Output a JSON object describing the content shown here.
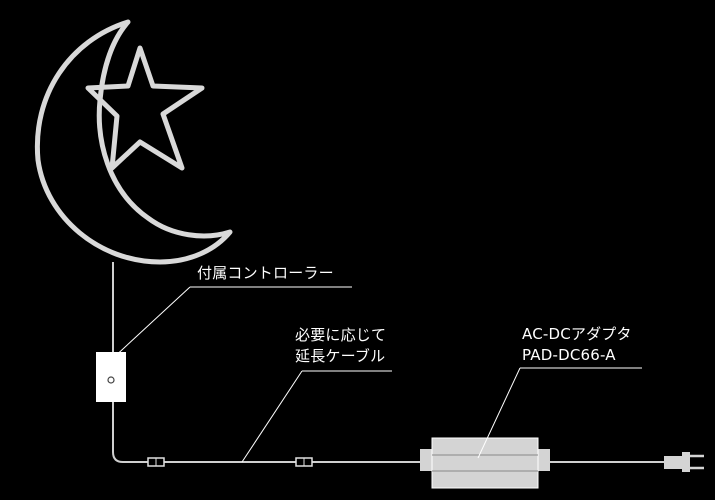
{
  "labels": {
    "controller": "付属コントローラー",
    "extension_line1": "必要に応じて",
    "extension_line2": "延長ケーブル",
    "adapter_line1": "AC-DCアダプタ",
    "adapter_line2": "PAD-DC66-A"
  },
  "colors": {
    "background": "#000000",
    "neon_tube": "#d9d9d9",
    "cable": "#cfcfcf",
    "leader_line": "#ffffff",
    "adapter_body": "#d4d4d4",
    "controller_body": "#ffffff"
  },
  "icons": {
    "neon_sign": "crescent-moon-and-star",
    "controller": "controller-box",
    "adapter": "ac-dc-adapter",
    "plug": "power-plug"
  }
}
